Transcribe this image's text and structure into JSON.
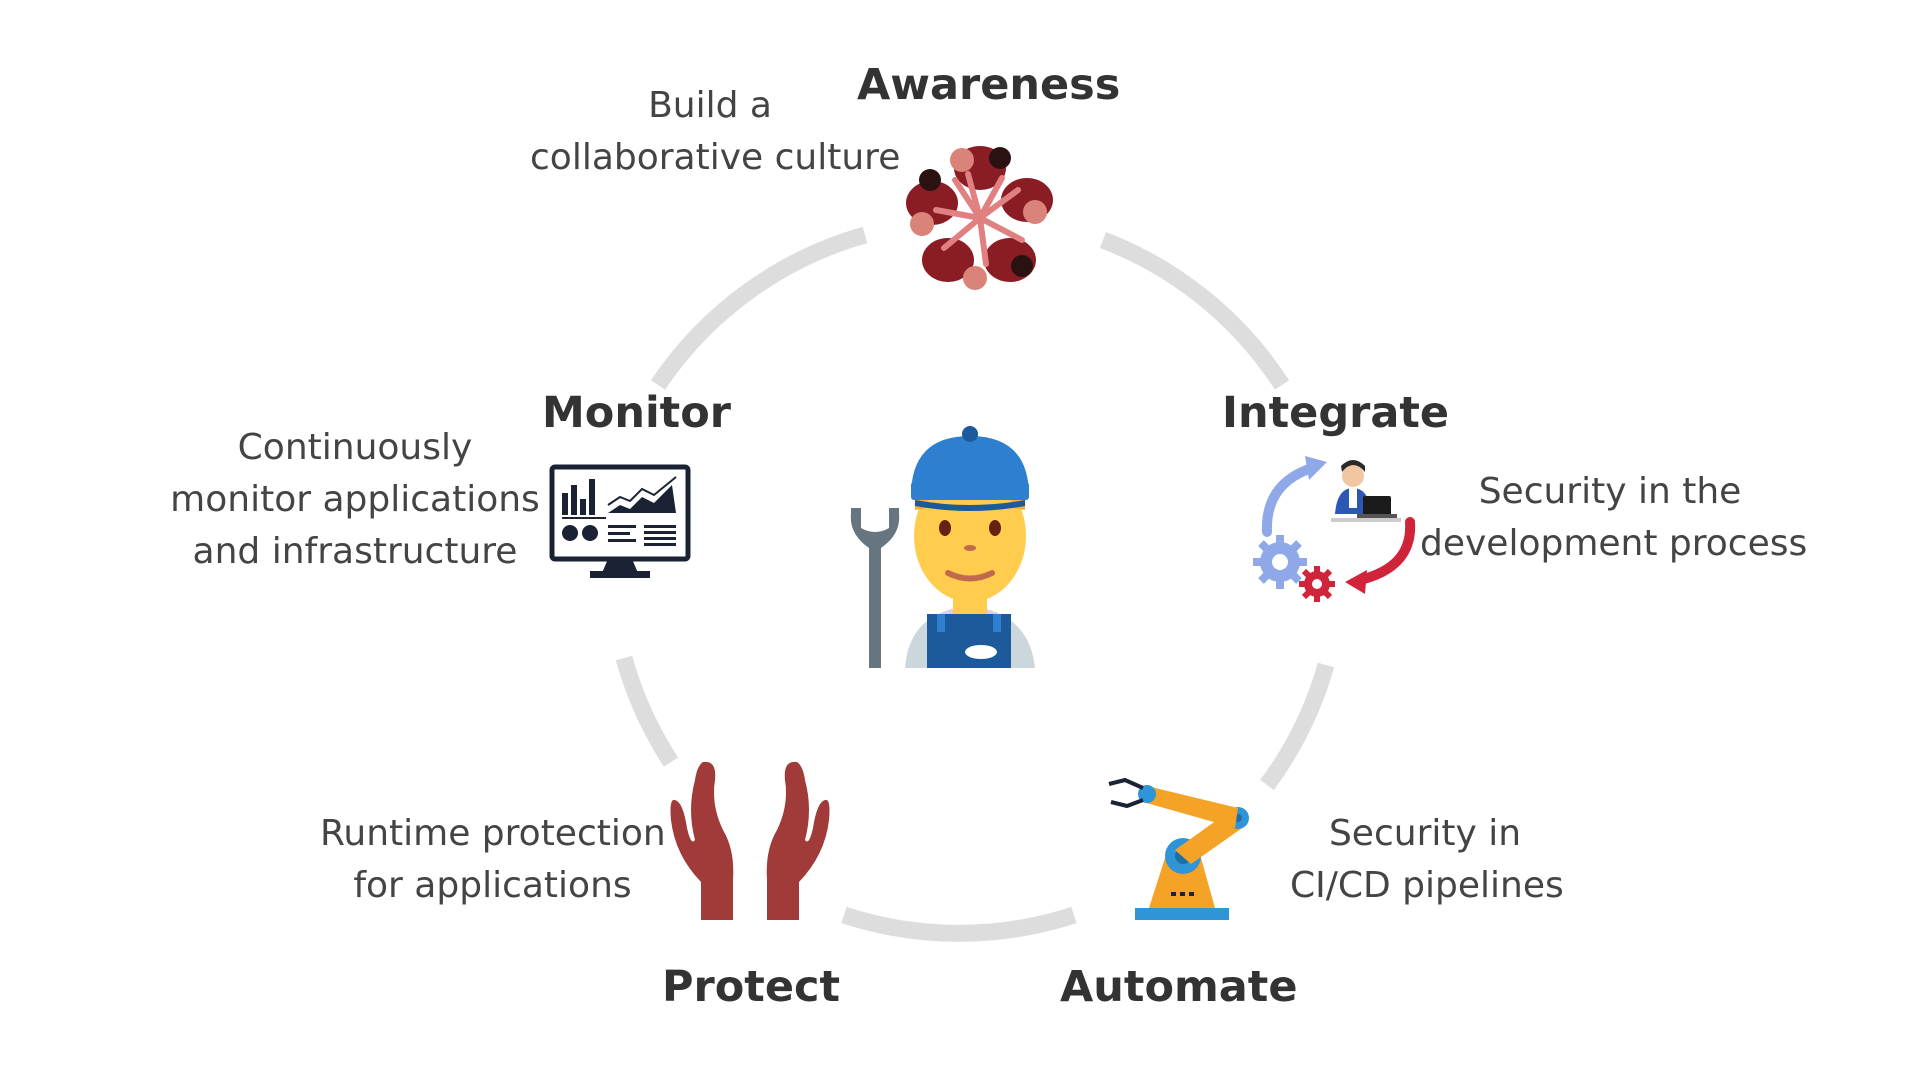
{
  "stages": {
    "awareness": {
      "title": "Awareness",
      "desc": [
        "Build a",
        "collaborative culture"
      ],
      "icon": "team-circle-icon"
    },
    "integrate": {
      "title": "Integrate",
      "desc": [
        "Security  in the",
        "development process"
      ],
      "icon": "dev-cycle-icon"
    },
    "automate": {
      "title": "Automate",
      "desc": [
        "Security in",
        "CI/CD pipelines"
      ],
      "icon": "robot-arm-icon"
    },
    "protect": {
      "title": "Protect",
      "desc": [
        "Runtime protection",
        "for applications"
      ],
      "icon": "open-hands-icon"
    },
    "monitor": {
      "title": "Monitor",
      "desc": [
        "Continuously",
        "monitor applications",
        "and infrastructure"
      ],
      "icon": "dashboard-monitor-icon"
    }
  },
  "center": {
    "icon": "mechanic-icon"
  },
  "colors": {
    "ring": "#dddddd",
    "title": "#333333",
    "text": "#444444",
    "cap": "#2f7fd0",
    "hands": "#a13b39",
    "robot": "#f5a327"
  }
}
